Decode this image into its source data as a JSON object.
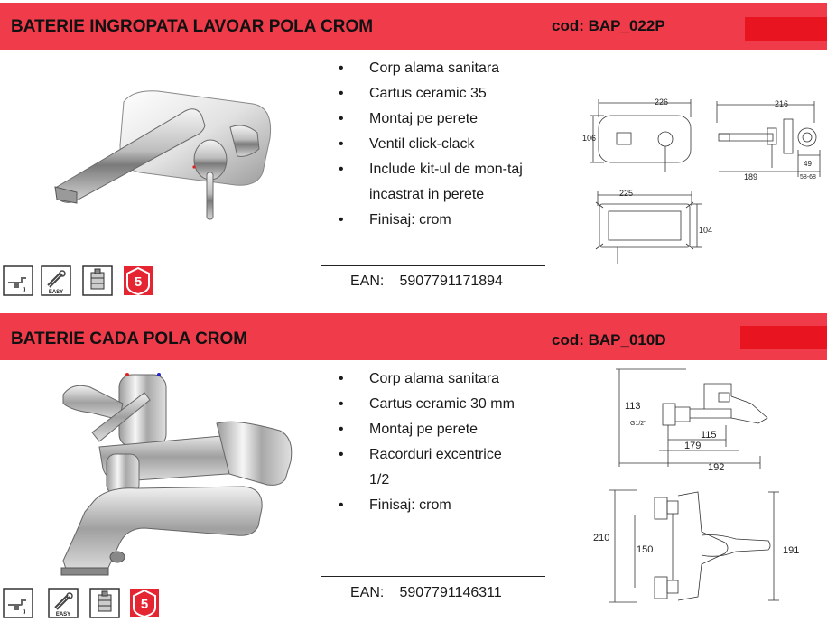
{
  "products": [
    {
      "title": "BATERIE INGROPATA LAVOAR POLA  CROM",
      "code": "cod: BAP_022P",
      "features": [
        "Corp alama sanitara",
        "Cartus ceramic 35",
        "Montaj pe perete",
        "Ventil  click-clack",
        "Include kit-ul  de mon-taj incastrat in perete",
        "Finisaj: crom"
      ],
      "ean_label": "EAN:",
      "ean": "5907791171894",
      "badge_text": "EASY",
      "warranty_number": "5",
      "dimensions": {
        "front_width": "226",
        "front_height": "106",
        "side_width": "216",
        "side_depth": "189",
        "side_h": "49",
        "side_range": "58-68",
        "box_width": "225",
        "box_height": "104"
      }
    },
    {
      "title": "BATERIE CADA POLA CROM",
      "code": "cod: BAP_010D",
      "features": [
        "Corp alama sanitara",
        "Cartus ceramic  30 mm",
        "Montaj pe perete",
        "Racorduri excentrice 1/2",
        "Finisaj: crom"
      ],
      "ean_label": "EAN:",
      "ean": "5907791146311",
      "badge_text": "EASY",
      "warranty_number": "5",
      "dimensions": {
        "side_height": "113",
        "spout_offset": "115",
        "depth1": "179",
        "depth2": "192",
        "thread": "G1/2\"",
        "front_height": "210",
        "axis": "150",
        "spout_height": "191"
      }
    }
  ],
  "colors": {
    "header": "#ef3b4a",
    "code_box": "#e8141f",
    "warranty_badge": "#e52532"
  },
  "icons": [
    "faucet-icon",
    "wrench-easy-icon",
    "cartridge-icon",
    "warranty-5-years-icon"
  ]
}
